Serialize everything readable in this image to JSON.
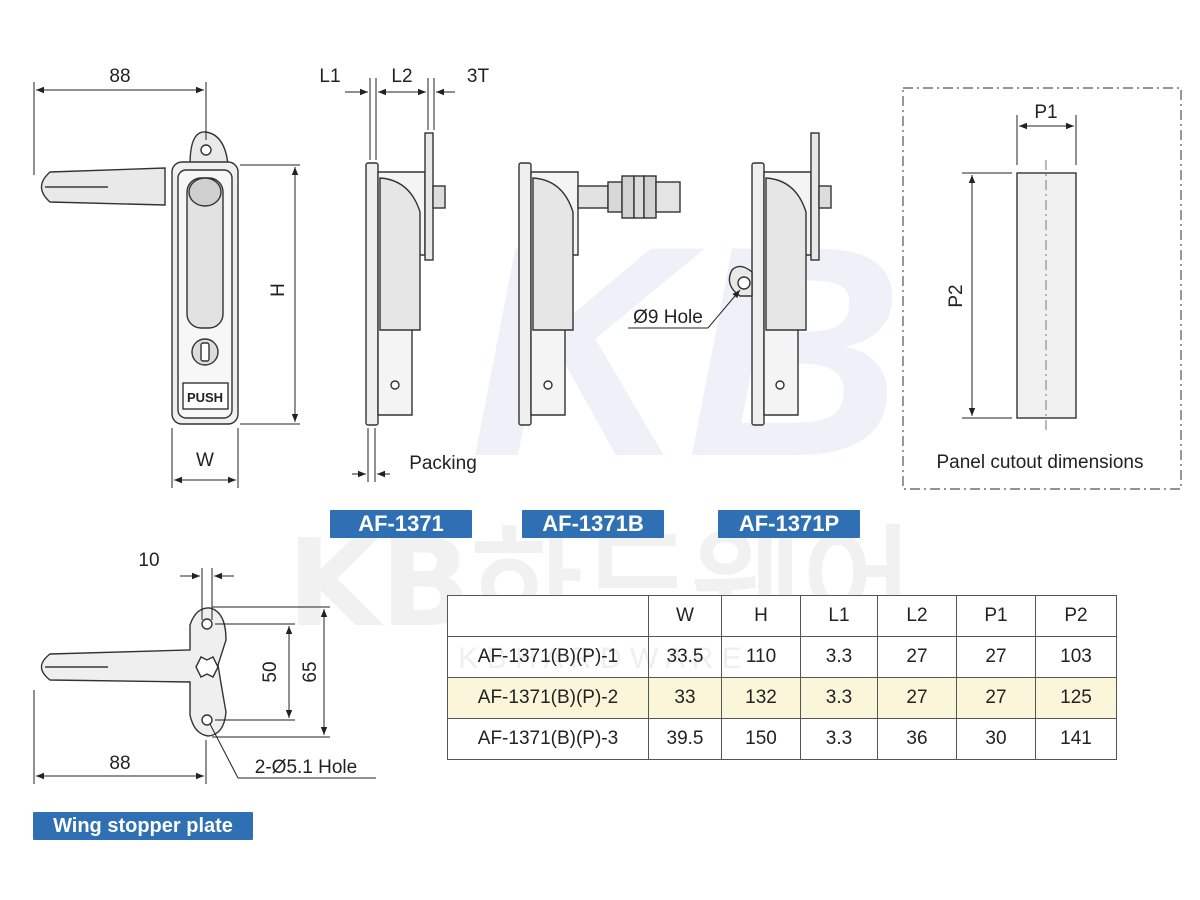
{
  "dimensions": {
    "main_88": "88",
    "L1": "L1",
    "L2": "L2",
    "T3": "3T",
    "H": "H",
    "W": "W",
    "packing": "Packing",
    "hole9": "Ø9 Hole",
    "P1": "P1",
    "P2": "P2",
    "panel_label": "Panel cutout dimensions",
    "wing_10": "10",
    "wing_50": "50",
    "wing_65": "65",
    "wing_88": "88",
    "wing_hole": "2-Ø5.1 Hole",
    "handle_push": "PUSH"
  },
  "models": {
    "a": "AF-1371",
    "b": "AF-1371B",
    "p": "AF-1371P",
    "wing": "Wing stopper plate"
  },
  "watermark": {
    "kb": "KB",
    "brand": "KB하드웨어",
    "sub": "K B  H A R D W A R E"
  },
  "table": {
    "headers": [
      "",
      "W",
      "H",
      "L1",
      "L2",
      "P1",
      "P2"
    ],
    "rows": [
      [
        "AF-1371(B)(P)-1",
        "33.5",
        "110",
        "3.3",
        "27",
        "27",
        "103"
      ],
      [
        "AF-1371(B)(P)-2",
        "33",
        "132",
        "3.3",
        "27",
        "27",
        "125"
      ],
      [
        "AF-1371(B)(P)-3",
        "39.5",
        "150",
        "3.3",
        "36",
        "30",
        "141"
      ]
    ],
    "highlight_row": 1
  },
  "colors": {
    "badge": "#2f6fb3",
    "highlight": "#fbf6d9",
    "watermark": "#cfd8ea"
  }
}
